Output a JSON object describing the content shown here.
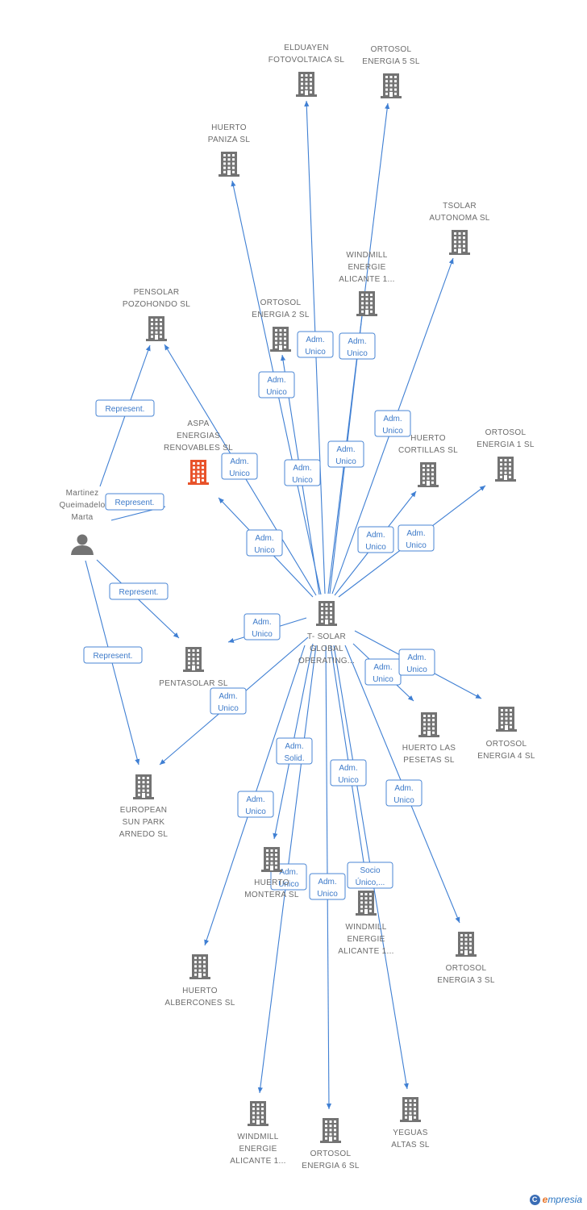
{
  "colors": {
    "edge": "#3f7fd3",
    "node": "#737373",
    "highlight": "#e8522a",
    "label": "#6b6b6b"
  },
  "nodes": [
    {
      "id": "center",
      "lines": [
        "T- SOLAR",
        "GLOBAL",
        "OPERATING..."
      ],
      "icon": "building-icon"
    },
    {
      "id": "elduayen",
      "lines": [
        "ELDUAYEN",
        "FOTOVOLTAICA SL"
      ],
      "icon": "building-icon"
    },
    {
      "id": "ortosol5",
      "lines": [
        "ORTOSOL",
        "ENERGIA 5 SL"
      ],
      "icon": "building-icon"
    },
    {
      "id": "paniza",
      "lines": [
        "HUERTO",
        "PANIZA SL"
      ],
      "icon": "building-icon"
    },
    {
      "id": "tsolar",
      "lines": [
        "TSOLAR",
        "AUTONOMA  SL"
      ],
      "icon": "building-icon"
    },
    {
      "id": "windmill1",
      "lines": [
        "WINDMILL",
        "ENERGIE",
        "ALICANTE 1..."
      ],
      "icon": "building-icon"
    },
    {
      "id": "pensolar",
      "lines": [
        "PENSOLAR",
        "POZOHONDO SL"
      ],
      "icon": "building-icon"
    },
    {
      "id": "ortosol2",
      "lines": [
        "ORTOSOL",
        "ENERGIA 2 SL"
      ],
      "icon": "building-icon"
    },
    {
      "id": "aspa",
      "lines": [
        "ASPA",
        "ENERGIAS",
        "RENOVABLES SL"
      ],
      "icon": "building-icon",
      "highlight": true
    },
    {
      "id": "cortillas",
      "lines": [
        "HUERTO",
        "CORTILLAS SL"
      ],
      "icon": "building-icon"
    },
    {
      "id": "ortosol1",
      "lines": [
        "ORTOSOL",
        "ENERGIA 1 SL"
      ],
      "icon": "building-icon"
    },
    {
      "id": "person",
      "lines": [
        "Martinez",
        "Queimadelo",
        "Marta"
      ],
      "icon": "person-icon"
    },
    {
      "id": "pentasolar",
      "lines": [
        "PENTASOLAR SL"
      ],
      "icon": "building-icon"
    },
    {
      "id": "pesetas",
      "lines": [
        "HUERTO LAS",
        "PESETAS SL"
      ],
      "icon": "building-icon"
    },
    {
      "id": "ortosol4",
      "lines": [
        "ORTOSOL",
        "ENERGIA 4 SL"
      ],
      "icon": "building-icon"
    },
    {
      "id": "european",
      "lines": [
        "EUROPEAN",
        "SUN PARK",
        "ARNEDO SL"
      ],
      "icon": "building-icon"
    },
    {
      "id": "montera",
      "lines": [
        "HUERTO",
        "MONTERA SL"
      ],
      "icon": "building-icon"
    },
    {
      "id": "windmill2",
      "lines": [
        "WINDMILL",
        "ENERGIE",
        "ALICANTE 1..."
      ],
      "icon": "building-icon"
    },
    {
      "id": "ortosol3",
      "lines": [
        "ORTOSOL",
        "ENERGIA 3 SL"
      ],
      "icon": "building-icon"
    },
    {
      "id": "albercones",
      "lines": [
        "HUERTO",
        "ALBERCONES SL"
      ],
      "icon": "building-icon"
    },
    {
      "id": "windmill3",
      "lines": [
        "WINDMILL",
        "ENERGIE",
        "ALICANTE 1..."
      ],
      "icon": "building-icon"
    },
    {
      "id": "ortosol6",
      "lines": [
        "ORTOSOL",
        "ENERGIA 6 SL"
      ],
      "icon": "building-icon"
    },
    {
      "id": "yeguas",
      "lines": [
        "YEGUAS",
        "ALTAS SL"
      ],
      "icon": "building-icon"
    }
  ],
  "edges": [
    {
      "from": "center",
      "to": "elduayen",
      "label": [
        "Adm.",
        "Unico"
      ]
    },
    {
      "from": "center",
      "to": "ortosol5",
      "label": [
        "Adm.",
        "Unico"
      ]
    },
    {
      "from": "center",
      "to": "paniza",
      "label": [
        "Adm.",
        "Unico"
      ]
    },
    {
      "from": "center",
      "to": "tsolar",
      "label": [
        "Adm.",
        "Unico"
      ]
    },
    {
      "from": "center",
      "to": "windmill1",
      "label": [
        "Adm.",
        "Unico"
      ]
    },
    {
      "from": "center",
      "to": "pensolar",
      "label": [
        "Adm.",
        "Unico"
      ]
    },
    {
      "from": "center",
      "to": "ortosol2",
      "label": [
        "Adm.",
        "Unico"
      ]
    },
    {
      "from": "center",
      "to": "aspa",
      "label": [
        "Adm.",
        "Unico"
      ]
    },
    {
      "from": "center",
      "to": "cortillas",
      "label": [
        "Adm.",
        "Unico"
      ]
    },
    {
      "from": "center",
      "to": "ortosol1",
      "label": [
        "Adm.",
        "Unico"
      ]
    },
    {
      "from": "center",
      "to": "pentasolar",
      "label": [
        "Adm.",
        "Unico"
      ]
    },
    {
      "from": "center",
      "to": "pesetas",
      "label": [
        "Adm.",
        "Unico"
      ]
    },
    {
      "from": "center",
      "to": "ortosol4",
      "label": [
        "Adm.",
        "Unico"
      ]
    },
    {
      "from": "center",
      "to": "european",
      "label": [
        "Adm.",
        "Unico"
      ]
    },
    {
      "from": "center",
      "to": "montera",
      "label": [
        "Adm.",
        "Solid."
      ]
    },
    {
      "from": "center",
      "to": "windmill2",
      "label": [
        "Adm.",
        "Unico"
      ]
    },
    {
      "from": "center",
      "to": "ortosol3",
      "label": [
        "Adm.",
        "Unico"
      ]
    },
    {
      "from": "center",
      "to": "albercones",
      "label": [
        "Adm.",
        "Unico"
      ]
    },
    {
      "from": "center",
      "to": "windmill3",
      "label": [
        "Adm.",
        "Unico"
      ]
    },
    {
      "from": "center",
      "to": "ortosol6",
      "label": [
        "Adm.",
        "Unico"
      ]
    },
    {
      "from": "center",
      "to": "yeguas",
      "label": [
        "Socio",
        "Único,..."
      ]
    },
    {
      "from": "person",
      "to": "pensolar",
      "label": [
        "Represent."
      ]
    },
    {
      "from": "person",
      "to": "aspa",
      "label": [
        "Represent."
      ]
    },
    {
      "from": "person",
      "to": "pentasolar",
      "label": [
        "Represent."
      ]
    },
    {
      "from": "person",
      "to": "european",
      "label": [
        "Represent."
      ]
    }
  ],
  "brand": {
    "c": "C",
    "e": "e",
    "rest": "mpresia"
  }
}
